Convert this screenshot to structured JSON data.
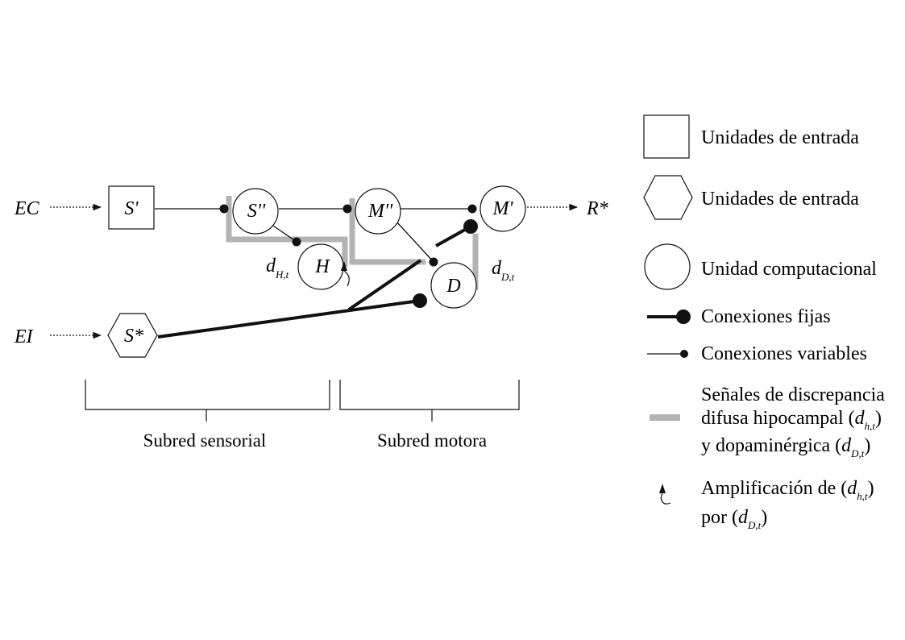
{
  "diagram": {
    "inputs": {
      "ec": "EC",
      "ei": "EI",
      "output": "R*"
    },
    "nodes": {
      "s_prime": "S'",
      "s_double": "S''",
      "h": "H",
      "m_double": "M''",
      "m_prime": "M'",
      "d": "D",
      "s_star": "S*"
    },
    "signals": {
      "dh": {
        "base": "d",
        "sub": "H,t"
      },
      "dd": {
        "base": "d",
        "sub": "D,t"
      }
    },
    "groups": {
      "sensory": "Subred sensorial",
      "motor": "Subred motora"
    }
  },
  "legend": {
    "items": [
      {
        "icon": "square-icon",
        "label": "Unidades de entrada"
      },
      {
        "icon": "hexagon-icon",
        "label": "Unidades de entrada"
      },
      {
        "icon": "circle-icon",
        "label": "Unidad computacional"
      },
      {
        "icon": "fixed-connection-icon",
        "label": "Conexiones fijas"
      },
      {
        "icon": "variable-connection-icon",
        "label": "Conexiones variables"
      }
    ],
    "discrepancy": {
      "line1": "Señales de discrepancia",
      "line2_pre": "difusa hipocampal (",
      "line2_base": "d",
      "line2_sub": "h,t",
      "line2_post": ")",
      "line3_pre": "y dopaminérgica (",
      "line3_base": "d",
      "line3_sub": "D,t",
      "line3_post": ")"
    },
    "amplification": {
      "line1_pre": "Amplificación de (",
      "line1_base": "d",
      "line1_sub": "h,t",
      "line1_post": ")",
      "line2_pre": "por (",
      "line2_base": "d",
      "line2_sub": "D,t",
      "line2_post": ")"
    }
  },
  "colors": {
    "line": "#111111",
    "gray_signal": "#b3b3b3",
    "background": "#ffffff"
  }
}
